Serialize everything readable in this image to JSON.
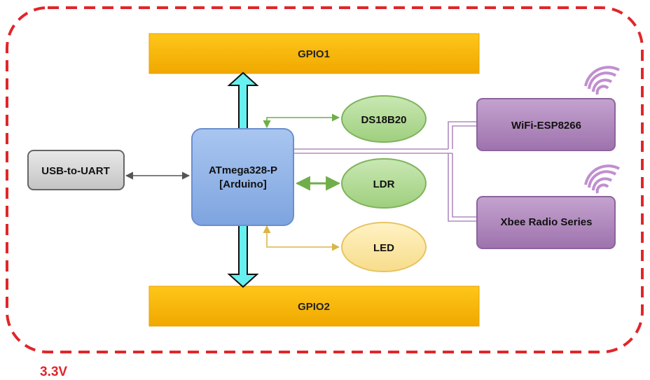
{
  "boundary": {
    "voltage_label": "3.3V",
    "color": "#e0262a"
  },
  "blocks": {
    "gpio1": "GPIO1",
    "gpio2": "GPIO2",
    "mcu_line1": "ATmega328-P",
    "mcu_line2": "[Arduino]",
    "usb_uart": "USB-to-UART",
    "ds18b20": "DS18B20",
    "ldr": "LDR",
    "led": "LED",
    "wifi": "WiFi-ESP8266",
    "xbee": "Xbee Radio Series"
  },
  "colors": {
    "gpio_fill": "#f5b800",
    "mcu_fill": "#8fb3e6",
    "sensor_green": "#a8d58a",
    "led_yellow": "#fbe49c",
    "radio_purple": "#a97fb6",
    "usb_gray": "#d6d6d6",
    "bus_arrow": "#66f0f0"
  },
  "icons": [
    "wifi-signal-icon",
    "radio-signal-icon"
  ]
}
